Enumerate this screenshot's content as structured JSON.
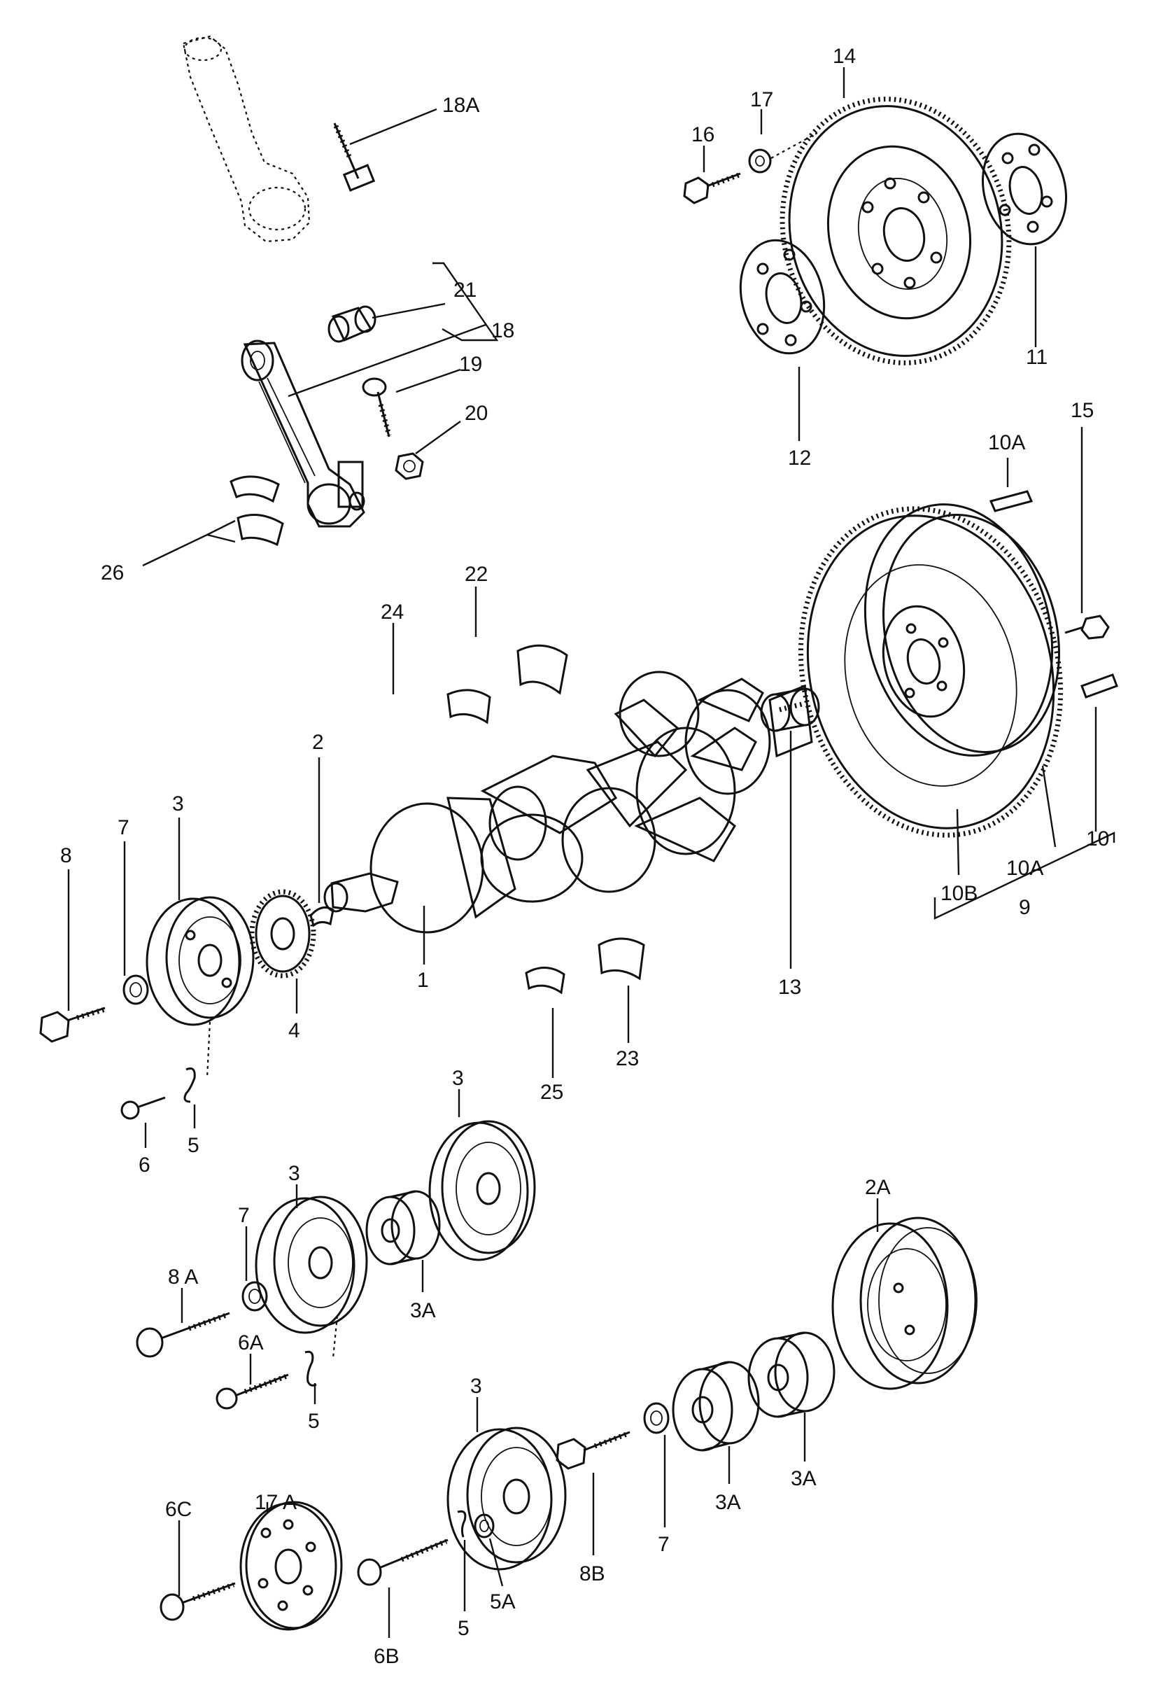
{
  "colors": {
    "ink": "#111111",
    "background": "#ffffff"
  },
  "labels": {
    "p18A": "18A",
    "p14": "14",
    "p17": "17",
    "p16": "16",
    "p21": "21",
    "p18": "18",
    "p19": "19",
    "p20": "20",
    "p11": "11",
    "p12": "12",
    "p10A_top": "10A",
    "p15": "15",
    "p26": "26",
    "p24": "24",
    "p22": "22",
    "p2": "2",
    "p3_top": "3",
    "p7_top": "7",
    "p8": "8",
    "p1": "1",
    "p13": "13",
    "p10": "10",
    "p10A_bottom": "10A",
    "p10B": "10B",
    "p9": "9",
    "p4": "4",
    "p25": "25",
    "p23": "23",
    "p6": "6",
    "p5_top": "5",
    "p3_mid_right": "3",
    "p3_mid_left": "3",
    "p7_mid": "7",
    "p8A": "8 A",
    "p3A_mid": "3A",
    "p6A": "6A",
    "p5_mid": "5",
    "p2A": "2A",
    "p3_low": "3",
    "p17A": "17 A",
    "p6C": "6C",
    "p8B": "8B",
    "p7_low": "7",
    "p3A_low_left": "3A",
    "p3A_low_right": "3A",
    "p5_low": "5",
    "p5A": "5A",
    "p6B": "6B"
  }
}
